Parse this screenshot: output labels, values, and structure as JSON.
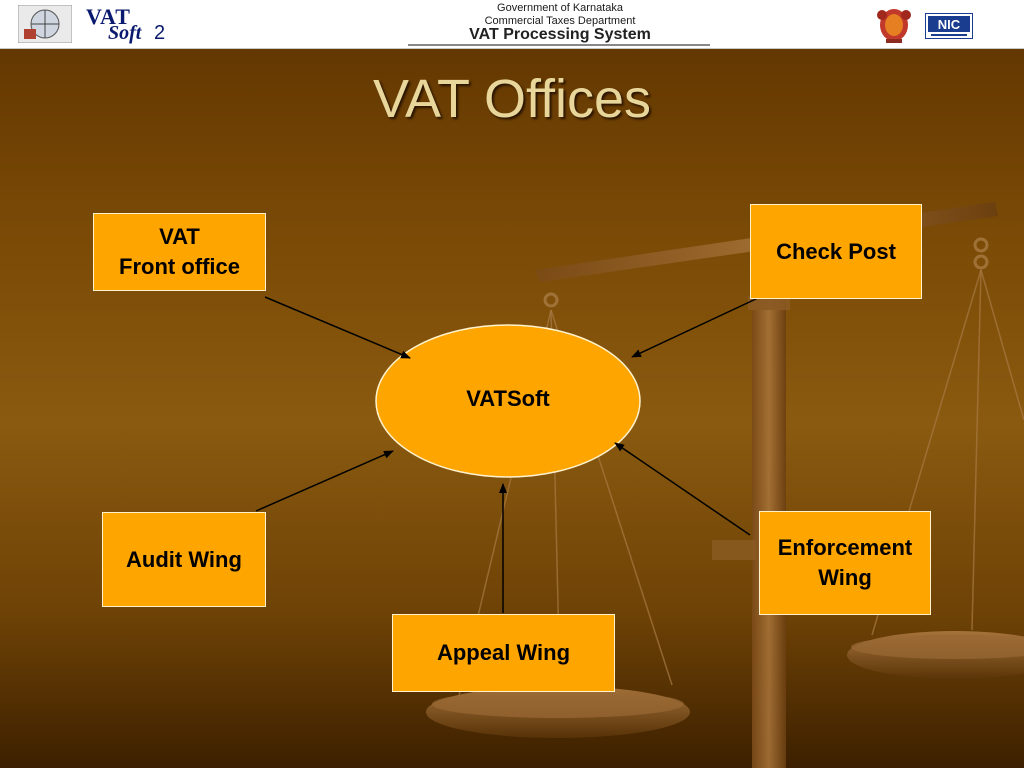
{
  "header": {
    "line1": "Government of Karnataka",
    "line2": "Commercial Taxes Department",
    "line3": "VAT Processing System",
    "logo_vat": "VAT",
    "logo_soft": "Soft",
    "logo_version": "2",
    "logo_nic": "NIC"
  },
  "title": "VAT Offices",
  "diagram": {
    "center": "VATSoft",
    "nodes": {
      "front_office_line1": "VAT",
      "front_office_line2": "Front office",
      "check_post": "Check Post",
      "audit_wing": "Audit Wing",
      "enforcement_line1": "Enforcement",
      "enforcement_line2": "Wing",
      "appeal_wing": "Appeal Wing"
    }
  },
  "colors": {
    "box_fill": "#ffa500",
    "title": "#e8d69a",
    "background": "#7a4a06"
  }
}
